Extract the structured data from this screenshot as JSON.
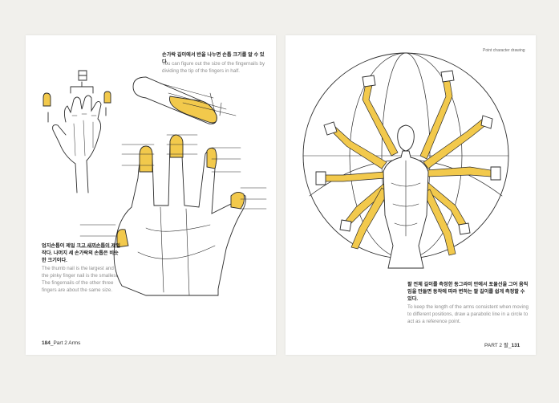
{
  "left_page": {
    "caption_top": {
      "korean": "손가락 길이에서 반을 나누면 손톱 크기를 알 수 있다.",
      "english": "You can figure out the size of the fingernails by dividing the tip of the fingers in half."
    },
    "caption_bottom": {
      "korean": "엄지손톱이 제일 크고 새끼손톱이 제일 작다. 나머지 세 손가락의 손톱은 비슷한 크기이다.",
      "english": "The thumb nail is the largest and the pinky finger nail is the smallest. The fingernails of the other three fingers are about the same size."
    },
    "folio": {
      "number": "184",
      "section": "_Part 2 Arms"
    }
  },
  "right_page": {
    "running_head": "Point character drawing",
    "caption": {
      "korean": "팔 전체 길이를 측정한 동그라미 안에서 포물선을 그어 움직임을 만들면 동작에 따라 변하는 팔 길이를 쉽게 측정할 수 있다.",
      "english": "To keep the length of the arms consistent when moving to different positions, draw a parabolic line in a circle to act as a reference point."
    },
    "folio": {
      "section": "PART 2  팔_",
      "number": "131"
    }
  },
  "colors": {
    "highlight": "#f2c94c",
    "ink": "#2a2a2a",
    "paper": "#ffffff",
    "background": "#f1f0ec"
  }
}
